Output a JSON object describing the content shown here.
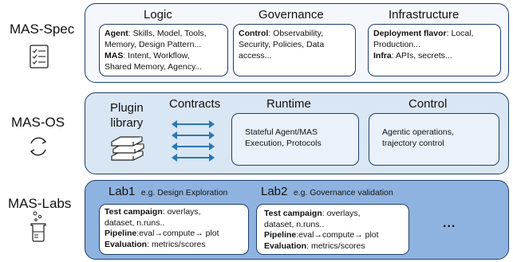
{
  "spec": {
    "label": "MAS-Spec",
    "logic": {
      "title": "Logic",
      "agent_bold": "Agent",
      "agent_text": ": Skills, Model, Tools,",
      "agent_line2": "Memory, Design Pattern...",
      "mas_bold": "MAS",
      "mas_text": ": Intent, Workflow,",
      "mas_line2": "Shared Memory, Agency..."
    },
    "governance": {
      "title": "Governance",
      "control_bold": "Control",
      "control_text": ": Observability,",
      "line2": "Security, Policies, Data",
      "line3": "access..."
    },
    "infrastructure": {
      "title": "Infrastructure",
      "deploy_bold": "Deployment flavor",
      "deploy_text": ": Local,",
      "line2": "Production...",
      "infra_bold": "Infra",
      "infra_text": ": APIs, secrets..."
    }
  },
  "os": {
    "label": "MAS-OS",
    "plugin_line1": "Plugin",
    "plugin_line2": "library",
    "contracts": "Contracts",
    "runtime": {
      "title": "Runtime",
      "line1": "Stateful Agent/MAS",
      "line2": "Execution, Protocols"
    },
    "control": {
      "title": "Control",
      "line1": "Agentic operations,",
      "line2": "trajectory control"
    }
  },
  "labs": {
    "label": "MAS-Labs",
    "lab1": {
      "title": "Lab1",
      "subtitle": "e.g. Design Exploration",
      "tc_bold": "Test campaign",
      "tc_text": ": overlays,",
      "tc_line2": "dataset, n.runs..",
      "pipe_bold": "Pipeline",
      "pipe_text": ":eval→compute→ plot",
      "eval_bold": "Evaluation",
      "eval_text": ": metrics/scores"
    },
    "lab2": {
      "title": "Lab2",
      "subtitle": "e.g. Governance validation",
      "tc_bold": "Test campaign",
      "tc_text": ": overlays,",
      "tc_line2": "dataset, n.runs..",
      "pipe_bold": "Pipeline",
      "pipe_text": ":eval→compute→ plot",
      "eval_bold": "Evaluation",
      "eval_text": ": metrics/scores"
    },
    "ellipsis": "..."
  },
  "colors": {
    "spec_bg": "#f4f7fc",
    "os_bg": "#d9e6f4",
    "labs_bg": "#8fb3e0",
    "border": "#1f3f6e",
    "arrow": "#2c77b5"
  },
  "icons": [
    "checklist-icon",
    "cycle-arrows-icon",
    "books-icon",
    "beaker-icon"
  ]
}
